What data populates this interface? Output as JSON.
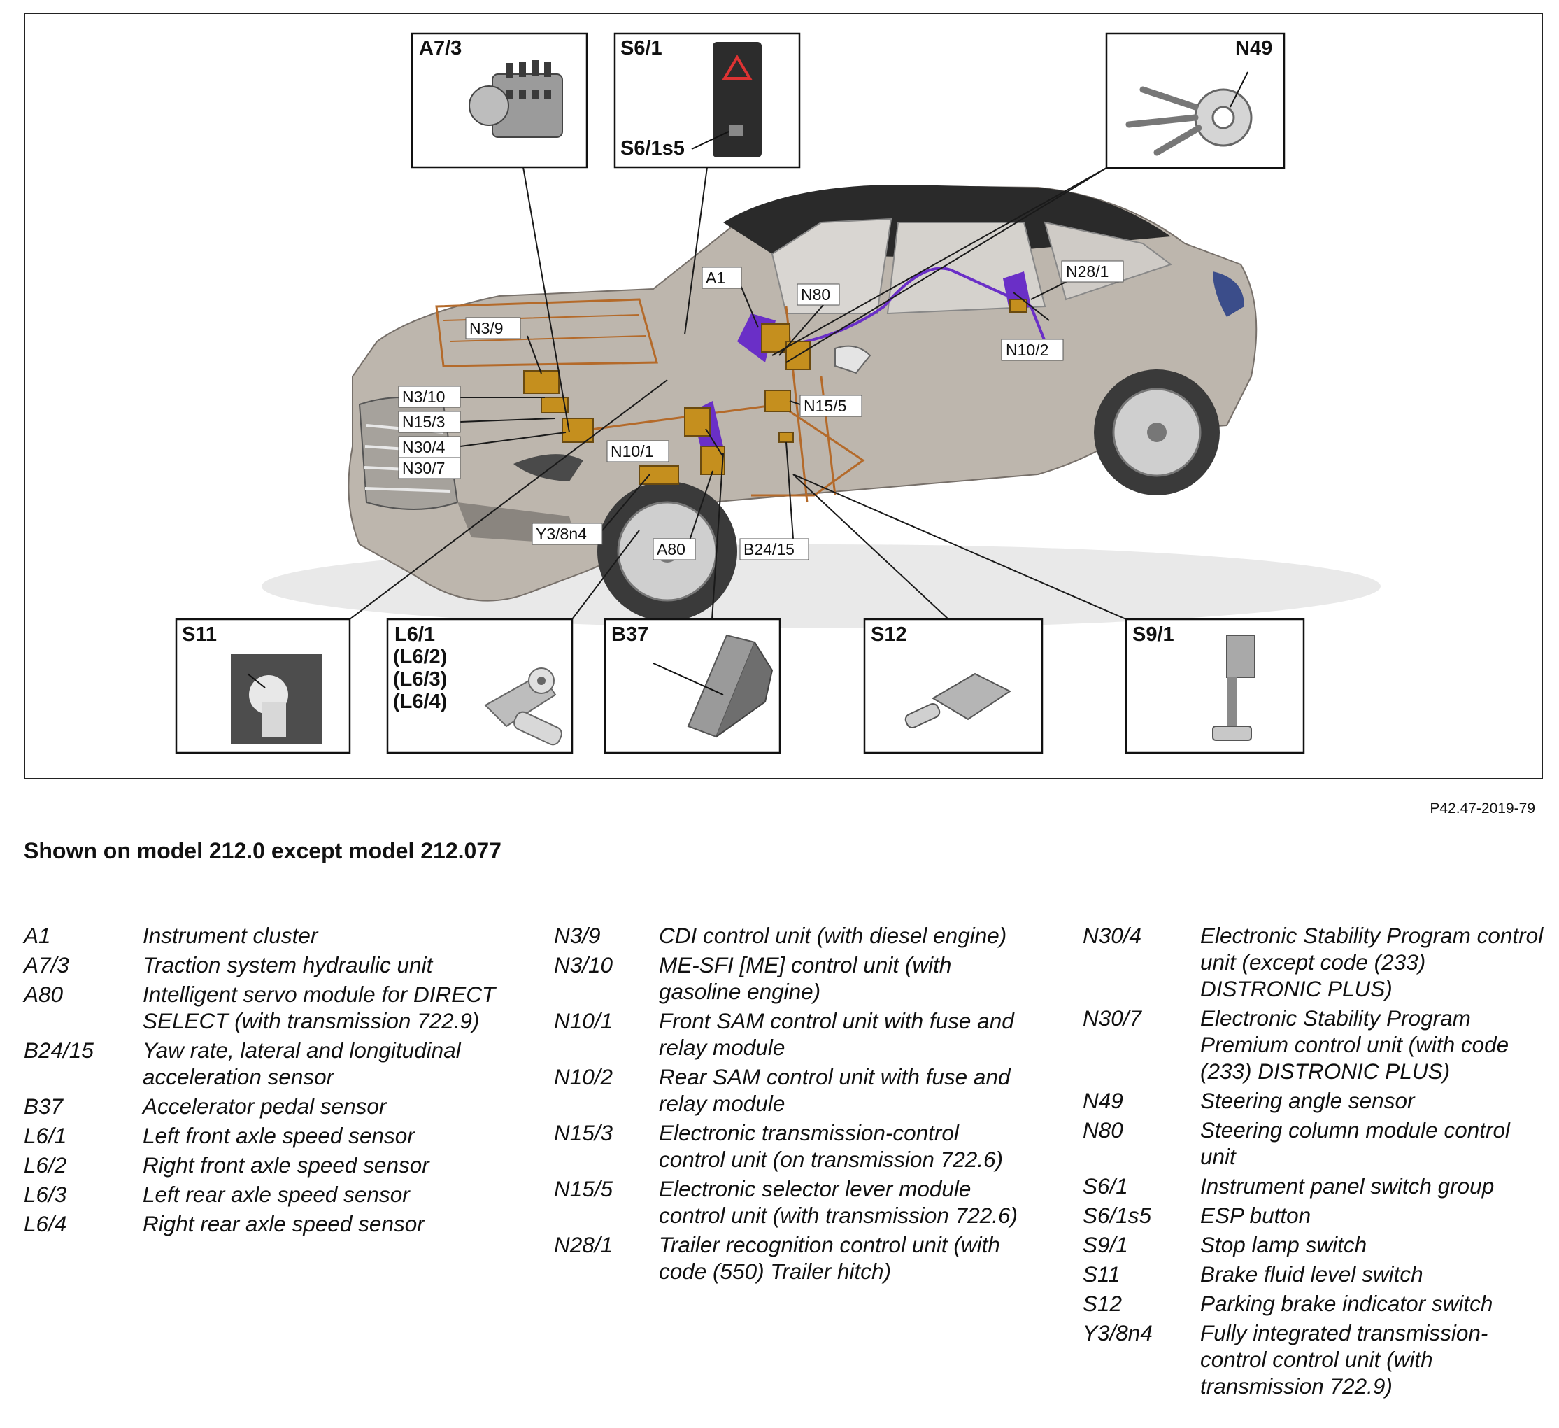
{
  "figure_id": "P42.47-2019-79",
  "caption": "Shown on model 212.0 except model 212.077",
  "component_boxes": {
    "a7_3": "A7/3",
    "s6_1": "S6/1",
    "s6_1s5": "S6/1s5",
    "n49": "N49",
    "s11": "S11",
    "l6": [
      "L6/1",
      "(L6/2)",
      "(L6/3)",
      "(L6/4)"
    ],
    "b37": "B37",
    "s12": "S12",
    "s9_1": "S9/1"
  },
  "vehicle_callouts": {
    "a1": "A1",
    "n80": "N80",
    "n28_1": "N28/1",
    "n10_2": "N10/2",
    "n3_9": "N3/9",
    "n3_10": "N3/10",
    "n15_3": "N15/3",
    "n30_4": "N30/4",
    "n30_7": "N30/7",
    "n10_1": "N10/1",
    "n15_5": "N15/5",
    "y3_8n4": "Y3/8n4",
    "a80": "A80",
    "b24_15": "B24/15"
  },
  "legend": {
    "col1": [
      {
        "code": "A1",
        "desc": "Instrument cluster"
      },
      {
        "code": "A7/3",
        "desc": "Traction system hydraulic unit"
      },
      {
        "code": "A80",
        "desc": "Intelligent servo module for DIRECT SELECT (with transmission 722.9)"
      },
      {
        "code": "B24/15",
        "desc": "Yaw rate, lateral and longitudinal acceleration sensor"
      },
      {
        "code": "B37",
        "desc": "Accelerator pedal sensor"
      },
      {
        "code": "L6/1",
        "desc": "Left front axle speed sensor"
      },
      {
        "code": "L6/2",
        "desc": "Right front axle speed sensor"
      },
      {
        "code": "L6/3",
        "desc": "Left rear axle speed sensor"
      },
      {
        "code": "L6/4",
        "desc": "Right rear axle speed sensor"
      }
    ],
    "col2": [
      {
        "code": "N3/9",
        "desc": "CDI control unit (with diesel engine)"
      },
      {
        "code": "N3/10",
        "desc": "ME-SFI [ME] control unit (with gasoline engine)"
      },
      {
        "code": "N10/1",
        "desc": "Front SAM control unit with fuse and relay module"
      },
      {
        "code": "N10/2",
        "desc": "Rear SAM control unit with fuse and relay module"
      },
      {
        "code": "N15/3",
        "desc": "Electronic transmission-control control unit (on transmission 722.6)"
      },
      {
        "code": "N15/5",
        "desc": "Electronic selector lever module control unit (with transmission 722.6)"
      },
      {
        "code": "N28/1",
        "desc": "Trailer recognition control unit (with code (550) Trailer hitch)"
      }
    ],
    "col3": [
      {
        "code": "N30/4",
        "desc": "Electronic Stability Program control unit (except code (233) DISTRONIC PLUS)"
      },
      {
        "code": "N30/7",
        "desc": "Electronic Stability Program Premium control unit (with code (233) DISTRONIC PLUS)"
      },
      {
        "code": "N49",
        "desc": "Steering angle sensor"
      },
      {
        "code": "N80",
        "desc": "Steering column module control unit"
      },
      {
        "code": "S6/1",
        "desc": "Instrument panel switch group"
      },
      {
        "code": "S6/1s5",
        "desc": "ESP button"
      },
      {
        "code": "S9/1",
        "desc": "Stop lamp switch"
      },
      {
        "code": "S11",
        "desc": "Brake fluid level switch"
      },
      {
        "code": "S12",
        "desc": "Parking brake indicator switch"
      },
      {
        "code": "Y3/8n4",
        "desc": "Fully integrated transmission-control control unit (with transmission 722.9)"
      }
    ]
  }
}
